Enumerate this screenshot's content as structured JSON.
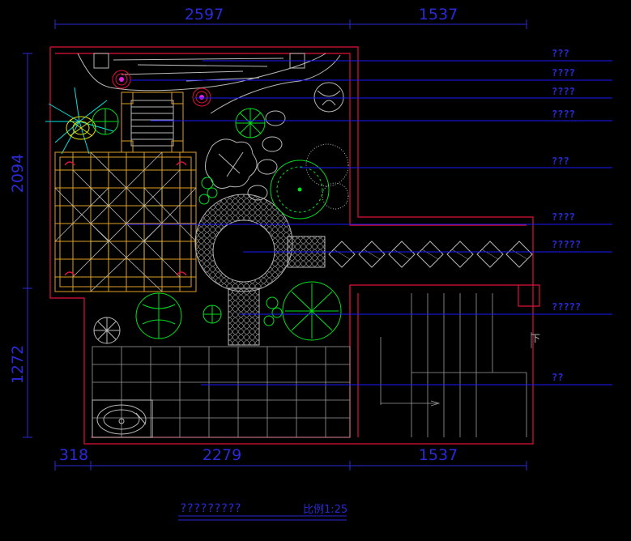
{
  "dimensions": {
    "top": [
      "2597",
      "1537"
    ],
    "bottom": [
      "318",
      "2279",
      "1537"
    ],
    "left": [
      "2094",
      "1272"
    ]
  },
  "labels": [
    "???",
    "????",
    "????",
    "????",
    "???",
    "????",
    "?????",
    "?????",
    "??"
  ],
  "title": "?????????",
  "scale": "比例1:25",
  "stair_label": "下",
  "colors": {
    "background": "#000000",
    "boundary": "#e0103a",
    "dimension": "#2a2ad8",
    "leader": "#1a1aff",
    "linework": "#b8b8b8",
    "pavilion": "#e0a020",
    "plant": "#00e020",
    "accent": "#e020e0"
  }
}
